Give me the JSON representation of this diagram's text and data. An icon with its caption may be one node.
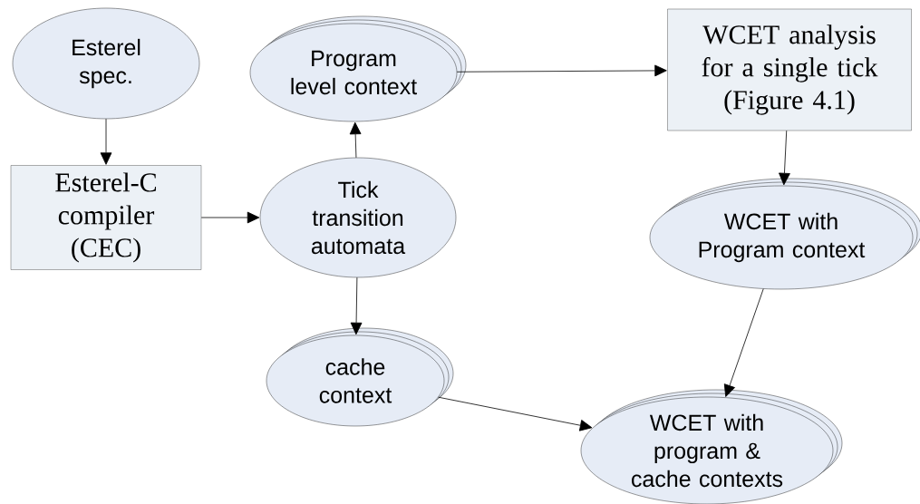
{
  "diagram": {
    "nodes": [
      {
        "text": [
          "Esterel spec."
        ]
      },
      {
        "text": [
          "Esterel-C compiler (CEC)"
        ]
      },
      {
        "text": [
          "Program level context"
        ]
      },
      {
        "text": [
          "Tick transition automata"
        ]
      },
      {
        "text": [
          "WCET analysis for a single tick (Figure 4.1)"
        ]
      },
      {
        "text": [
          "WCET with Program context"
        ]
      },
      {
        "text": [
          "cache context"
        ]
      },
      {
        "text": [
          "WCET with program & cache contexts"
        ]
      }
    ],
    "edges": [
      {
        "from": 0,
        "to": 1,
        "arrow": "to"
      },
      {
        "from": 1,
        "to": 3,
        "arrow": "to"
      },
      {
        "from": 3,
        "to": 2,
        "arrow": "to"
      },
      {
        "from": 2,
        "to": 4,
        "arrow": "to"
      },
      {
        "from": 4,
        "to": 5,
        "arrow": "to"
      },
      {
        "from": 3,
        "to": 6,
        "arrow": "to"
      },
      {
        "from": 5,
        "to": 7,
        "arrow": "to"
      },
      {
        "from": 6,
        "to": 7,
        "arrow": "to"
      }
    ]
  }
}
